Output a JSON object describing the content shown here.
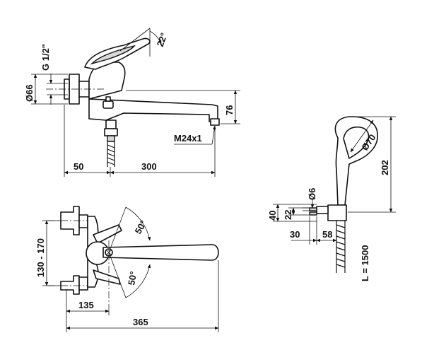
{
  "labels": {
    "angle_handle": "22°",
    "thread": "G 1/2\"",
    "dia_66": "Ø66",
    "height_76": "76",
    "thread_m24": "M24x1",
    "len_50": "50",
    "len_300": "300",
    "dia_70": "Ø70",
    "height_202": "202",
    "dia_6": "Ø6",
    "h_40": "40",
    "h_22": "22",
    "len_30": "30",
    "len_58": "58",
    "hose_length": "L = 1500",
    "range_130_170": "130 - 170",
    "angle_50_top": "50°",
    "angle_50_bottom": "50°",
    "len_135": "135",
    "len_365": "365"
  }
}
